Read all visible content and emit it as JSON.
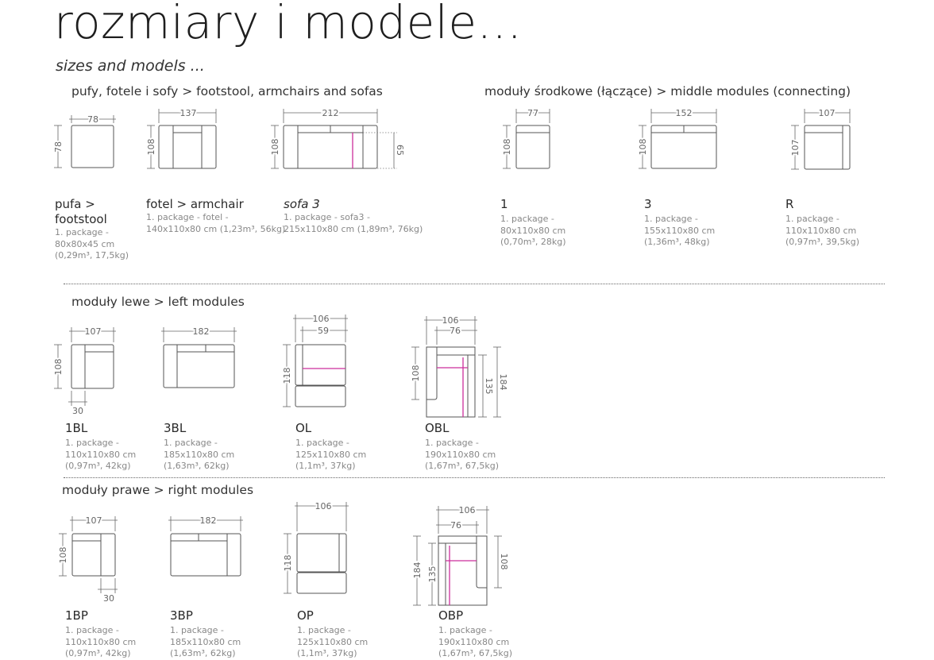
{
  "title": "rozmiary i modele...",
  "subtitle": "sizes and models ...",
  "sections": {
    "pufy": "pufy, fotele i sofy > footstool, armchairs and sofas",
    "srodkowe": "moduły środkowe (łączące) > middle modules (connecting)",
    "lewe": "moduły lewe > left modules",
    "prawe": "moduły prawe > right modules"
  },
  "products": {
    "pufa": {
      "name": "pufa >",
      "name2": "footstool",
      "p1": "1. package -",
      "p2": "80x80x45 cm",
      "p3": "(0,29m³, 17,5kg)",
      "dims": [
        "78",
        "78"
      ]
    },
    "fotel": {
      "name": "fotel > armchair",
      "p1": "1. package - fotel -",
      "p2": "140x110x80 cm (1,23m³, 56kg)",
      "dims": [
        "137",
        "108"
      ]
    },
    "sofa": {
      "name": "sofa 3",
      "p1": "1. package - sofa3 -",
      "p2": "215x110x80 cm (1,89m³, 76kg)",
      "dims": [
        "212",
        "108",
        "65"
      ]
    },
    "m1": {
      "name": "1",
      "p1": "1. package -",
      "p2": "80x110x80 cm",
      "p3": "(0,70m³, 28kg)",
      "dims": [
        "77",
        "108"
      ]
    },
    "m3": {
      "name": "3",
      "p1": "1. package -",
      "p2": "155x110x80 cm",
      "p3": "(1,36m³, 48kg)",
      "dims": [
        "152",
        "108"
      ]
    },
    "mR": {
      "name": "R",
      "p1": "1. package -",
      "p2": "110x110x80 cm",
      "p3": "(0,97m³, 39,5kg)",
      "dims": [
        "107",
        "107"
      ]
    },
    "bl1": {
      "name": "1BL",
      "p1": "1. package -",
      "p2": "110x110x80 cm",
      "p3": "(0,97m³, 42kg)",
      "dims": [
        "107",
        "108",
        "30"
      ]
    },
    "bl3": {
      "name": "3BL",
      "p1": "1. package -",
      "p2": "185x110x80 cm",
      "p3": "(1,63m³, 62kg)",
      "dims": [
        "182"
      ]
    },
    "ol": {
      "name": "OL",
      "p1": "1. package -",
      "p2": "125x110x80 cm",
      "p3": "(1,1m³, 37kg)",
      "dims": [
        "106",
        "59",
        "118"
      ]
    },
    "obl": {
      "name": "OBL",
      "p1": "1. package -",
      "p2": "190x110x80 cm",
      "p3": "(1,67m³, 67,5kg)",
      "dims": [
        "106",
        "76",
        "108",
        "135",
        "184"
      ]
    },
    "bp1": {
      "name": "1BP",
      "p1": "1. package -",
      "p2": "110x110x80 cm",
      "p3": "(0,97m³, 42kg)",
      "dims": [
        "107",
        "108",
        "30"
      ]
    },
    "bp3": {
      "name": "3BP",
      "p1": "1. package -",
      "p2": "185x110x80 cm",
      "p3": "(1,63m³, 62kg)",
      "dims": [
        "182"
      ]
    },
    "op": {
      "name": "OP",
      "p1": "1. package -",
      "p2": "125x110x80 cm",
      "p3": "(1,1m³, 37kg)",
      "dims": [
        "106",
        "118"
      ]
    },
    "obp": {
      "name": "OBP",
      "p1": "1. package -",
      "p2": "190x110x80 cm",
      "p3": "(1,67m³, 67,5kg)",
      "dims": [
        "106",
        "76",
        "184",
        "135",
        "108"
      ]
    }
  },
  "colors": {
    "outline": "#555555",
    "dimension": "#666666",
    "highlight": "#cc2e9c"
  }
}
